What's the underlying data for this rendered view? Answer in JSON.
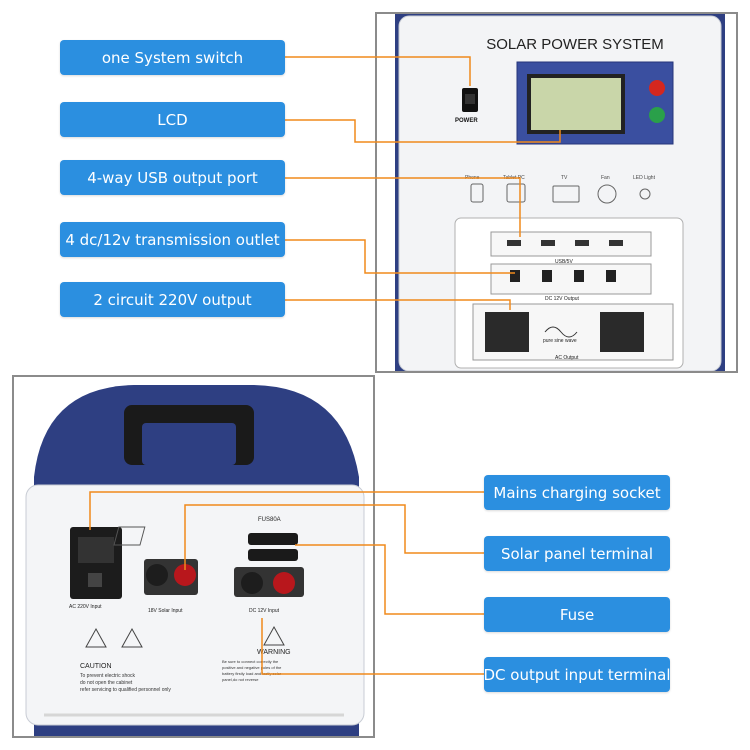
{
  "colors": {
    "label_bg": "#2b8fe0",
    "label_text": "#ffffff",
    "connector": "#f08a1c",
    "cabinet_blue": "#2e3f82"
  },
  "top_labels": [
    "one System switch",
    "LCD",
    "4-way USB output port",
    "4 dc/12v transmission outlet",
    "2 circuit 220V output"
  ],
  "bottom_labels": [
    "Mains charging socket",
    "Solar panel terminal",
    "Fuse",
    "DC output input terminal"
  ],
  "front_panel": {
    "title": "SOLAR POWER SYSTEM",
    "power_label": "POWER",
    "device_labels": [
      "Phone",
      "Tablet PC",
      "TV",
      "Fan",
      "LED Light"
    ],
    "usb_label": "USB/5V",
    "dc_output_label": "DC 12V Output",
    "wave_label": "pure sine wave",
    "ac_output_label": "AC Output"
  },
  "back_panel": {
    "ac_input_label": "AC 220V Input",
    "solar_input_label": "18V Solar Input",
    "fuse_label": "FUS80A",
    "dc_input_label": "DC 12V Input",
    "caution_title": "CAUTION",
    "caution_lines": [
      "To prevent electric shock",
      "do not open the cabinet",
      "refer servicing to qualified personnel only"
    ],
    "warning_title": "WARNING",
    "warning_lines": [
      "Be sure to connect correctly the",
      "positive and negative poles of the",
      "battery firstly load and lastly solar",
      "panel,do not reverse"
    ]
  }
}
